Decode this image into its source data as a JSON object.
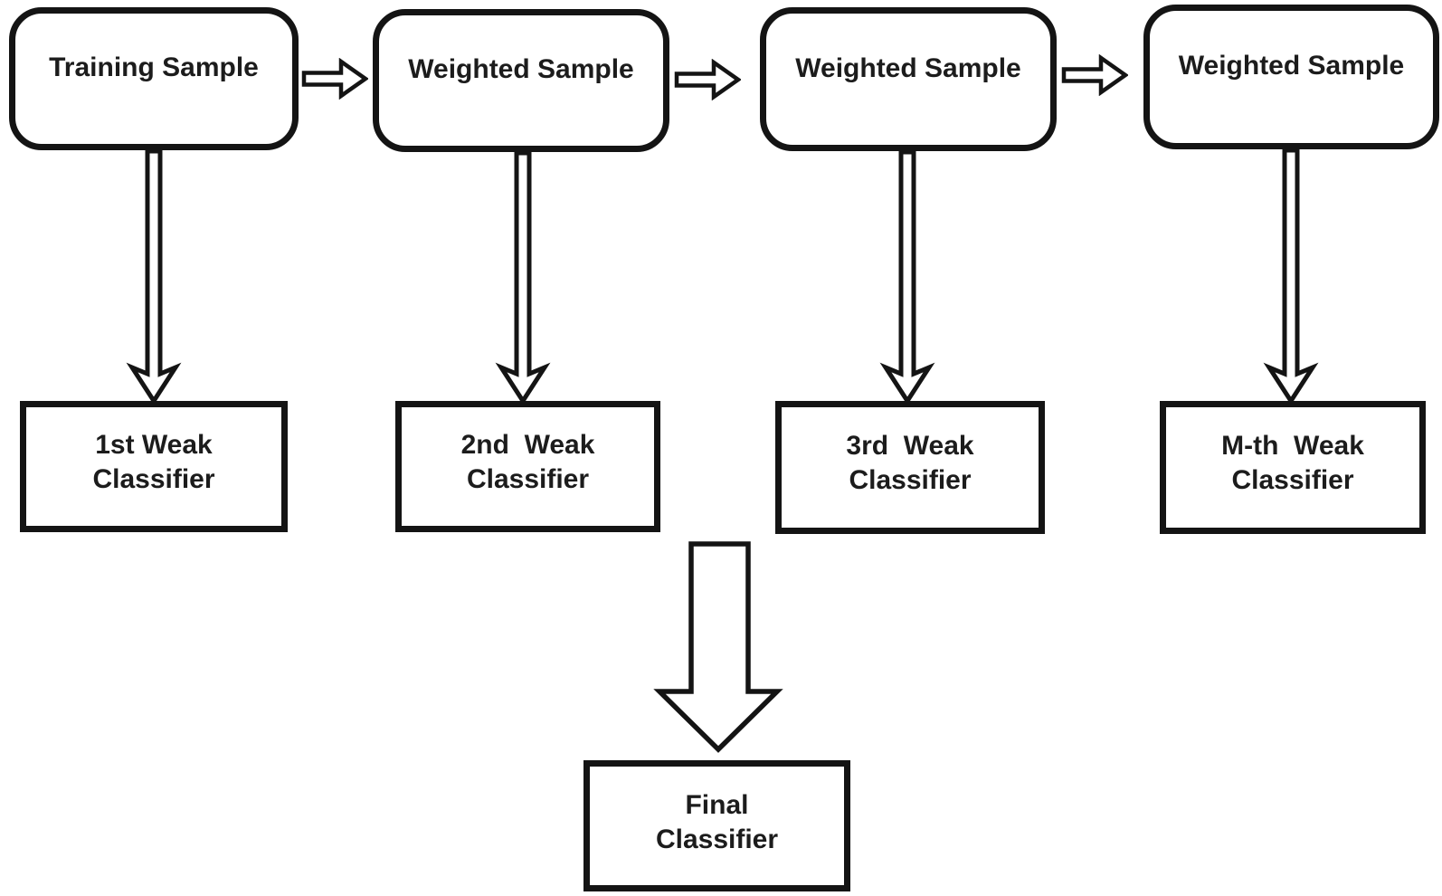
{
  "diagram": {
    "background_color": "#ffffff",
    "stroke_color": "#141414",
    "text_color": "#1c1c1c",
    "columns": [
      {
        "sample_label": "Training Sample",
        "classifier_line1": "1st Weak",
        "classifier_line2": "Classifier"
      },
      {
        "sample_label": "Weighted Sample",
        "classifier_line1": "2nd  Weak",
        "classifier_line2": "Classifier"
      },
      {
        "sample_label": "Weighted Sample",
        "classifier_line1": "3rd  Weak",
        "classifier_line2": "Classifier"
      },
      {
        "sample_label": "Weighted Sample",
        "classifier_line1": "M-th  Weak",
        "classifier_line2": "Classifier"
      }
    ],
    "final_classifier": {
      "line1": "Final",
      "line2": "Classifier"
    },
    "icons": {
      "right_arrow": "hollow-right-block-arrow",
      "down_arrow": "hollow-thin-down-arrow",
      "big_down_arrow": "hollow-big-down-arrow"
    }
  }
}
